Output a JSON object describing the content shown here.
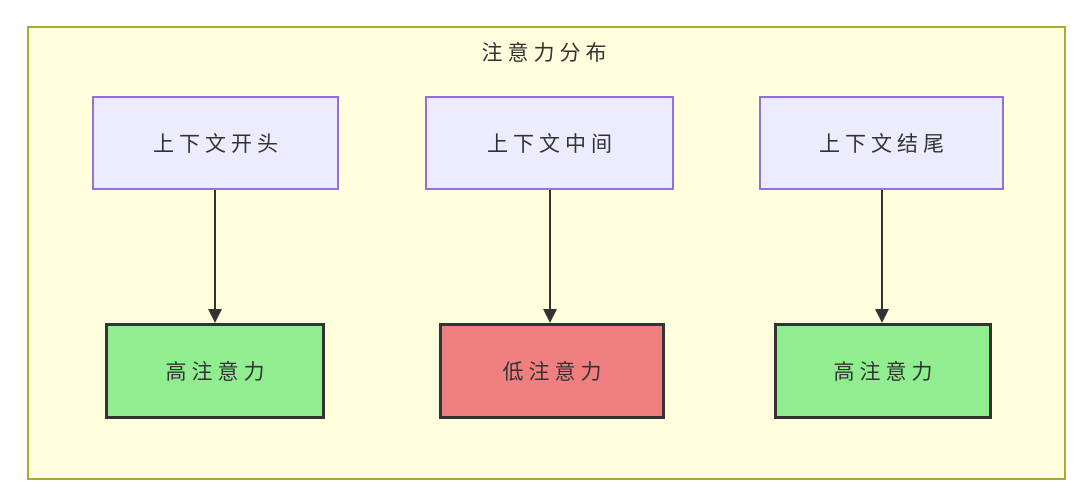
{
  "diagram": {
    "type": "flowchart",
    "title": "注意力分布",
    "nodes": {
      "top": [
        {
          "id": "context-start",
          "label": "上下文开头"
        },
        {
          "id": "context-middle",
          "label": "上下文中间"
        },
        {
          "id": "context-end",
          "label": "上下文结尾"
        }
      ],
      "bottom": [
        {
          "id": "attention-start",
          "label": "高注意力",
          "status": "high"
        },
        {
          "id": "attention-middle",
          "label": "低注意力",
          "status": "low"
        },
        {
          "id": "attention-end",
          "label": "高注意力",
          "status": "high"
        }
      ]
    },
    "edges": [
      {
        "from": "context-start",
        "to": "attention-start"
      },
      {
        "from": "context-middle",
        "to": "attention-middle"
      },
      {
        "from": "context-end",
        "to": "attention-end"
      }
    ]
  },
  "colors": {
    "cluster-fill": "#ffffde",
    "cluster-border": "#aaaa33",
    "node-fill": "#ececff",
    "node-border": "#9370db",
    "high-fill": "#90ee90",
    "low-fill": "#f08080",
    "strong-border": "#333333",
    "edge": "#333333",
    "text": "#333333"
  }
}
